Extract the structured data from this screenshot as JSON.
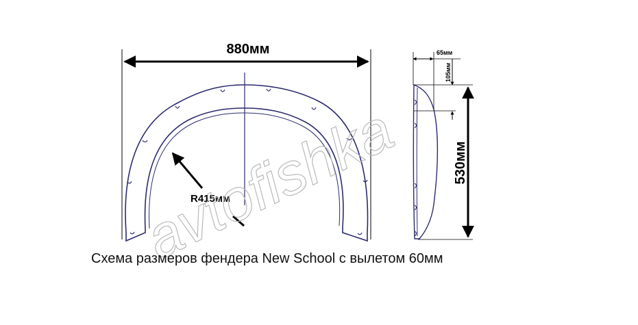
{
  "diagram": {
    "width_label": "880мм",
    "radius_label": "R415мм",
    "height_label": "530мм",
    "offset_label": "65мм",
    "depth_label": "105мм",
    "watermark": "avtofishka"
  },
  "caption": "Схема размеров фендера New School с вылетом 60мм",
  "colors": {
    "outline": "#2a2a6e",
    "dimension": "#000000",
    "watermark": "#b9b9b9"
  }
}
